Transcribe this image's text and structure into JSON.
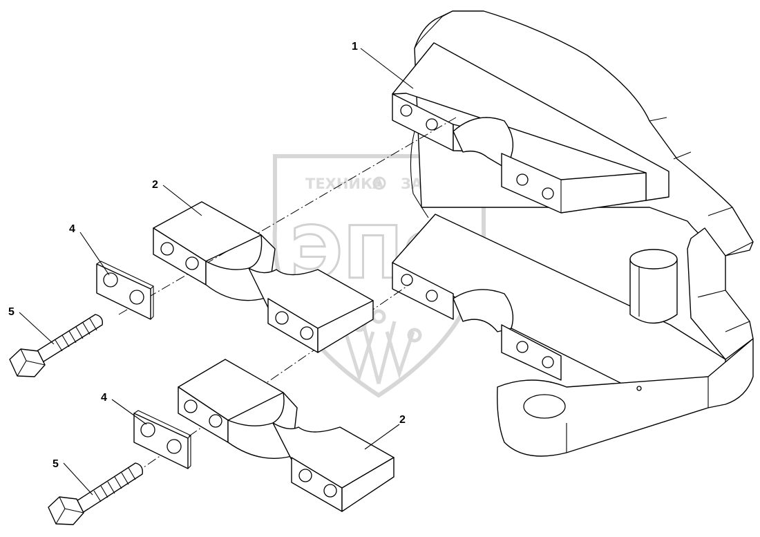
{
  "watermark": {
    "line1_left": "ТЕХНИКА",
    "line1_right": "ЗАПЧАСТИ",
    "logo": "ЭПФ",
    "gear_icon": "gear-icon"
  },
  "callouts": {
    "c1": "1",
    "c2_upper": "2",
    "c2_lower": "2",
    "c4_upper": "4",
    "c4_lower": "4",
    "c5_upper": "5",
    "c5_lower": "5"
  }
}
